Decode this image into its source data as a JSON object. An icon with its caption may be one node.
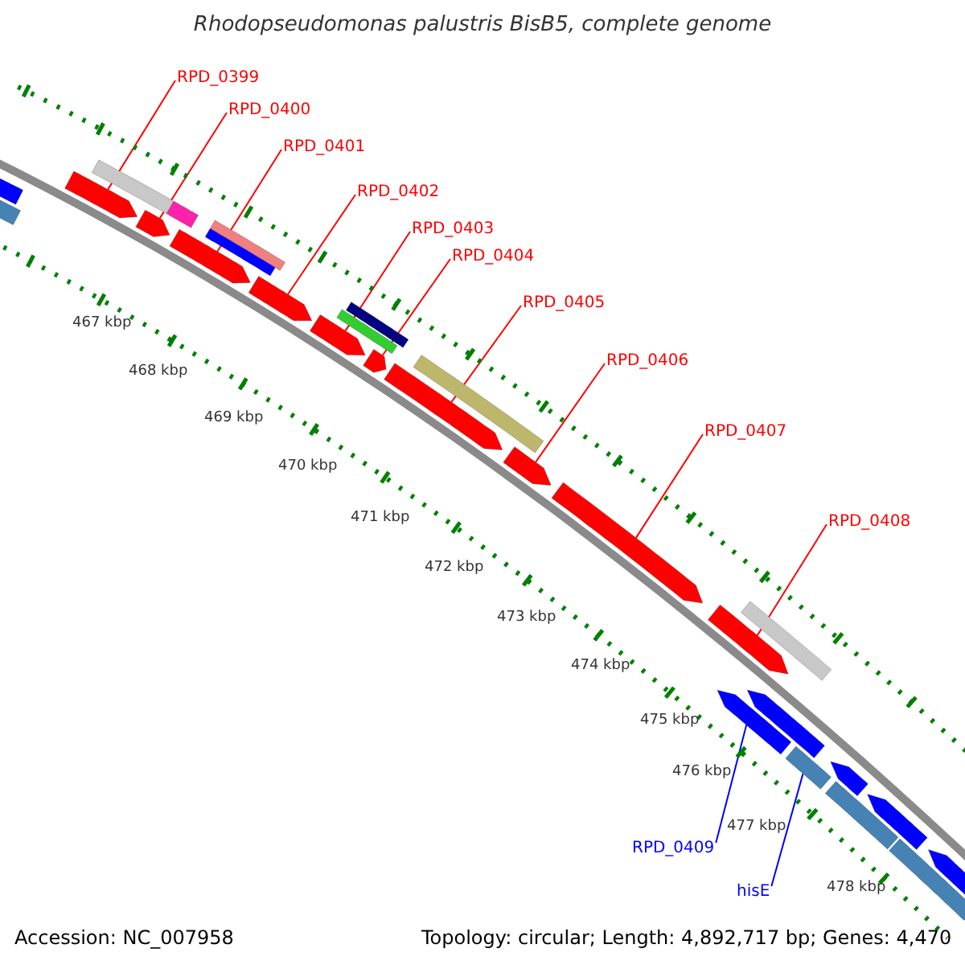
{
  "diagram": {
    "title": "Rhodopseudomonas palustris BisB5, complete genome",
    "nodes": [
      {
        "text": [
          "RPD_0399"
        ]
      },
      {
        "text": [
          "RPD_0400"
        ]
      },
      {
        "text": [
          "RPD_0401"
        ]
      },
      {
        "text": [
          "RPD_0402"
        ]
      },
      {
        "text": [
          "RPD_0403"
        ]
      },
      {
        "text": [
          "RPD_0404"
        ]
      },
      {
        "text": [
          "RPD_0405"
        ]
      },
      {
        "text": [
          "RPD_0406"
        ]
      },
      {
        "text": [
          "RPD_0407"
        ]
      },
      {
        "text": [
          "RPD_0408"
        ]
      },
      {
        "text": [
          "RPD_0409"
        ]
      },
      {
        "text": [
          "hisE"
        ]
      },
      {
        "text": [],
        "shape": "arrow"
      },
      {
        "text": [],
        "shape": "arrow"
      },
      {
        "text": [],
        "shape": "arrow"
      },
      {
        "text": [],
        "shape": "arrow"
      },
      {
        "text": [],
        "shape": "arrow"
      },
      {
        "text": [],
        "shape": "arrow"
      },
      {
        "text": [],
        "shape": "arrow"
      },
      {
        "text": [],
        "shape": "arrow"
      },
      {
        "text": [],
        "shape": "arrow"
      },
      {
        "text": [],
        "shape": "arrow"
      },
      {
        "text": [],
        "shape": "arrow"
      },
      {
        "text": [],
        "shape": "bar"
      },
      {
        "text": [],
        "shape": "bar"
      },
      {
        "text": [],
        "shape": "bar"
      },
      {
        "text": [],
        "shape": "bar"
      },
      {
        "text": [],
        "shape": "bar"
      },
      {
        "text": [],
        "shape": "bar"
      },
      {
        "text": [],
        "shape": "bar"
      },
      {
        "text": [],
        "shape": "bar"
      },
      {
        "text": [],
        "shape": "bar"
      },
      {
        "text": [],
        "shape": "bar"
      },
      {
        "text": [],
        "shape": "bar"
      },
      {
        "text": [],
        "shape": "arrow"
      },
      {
        "text": [],
        "shape": "arrow"
      },
      {
        "text": [],
        "shape": "bar"
      },
      {
        "text": [],
        "shape": "arrow"
      },
      {
        "text": [],
        "shape": "bar"
      },
      {
        "text": [],
        "shape": "arrow"
      }
    ],
    "edges": [
      {
        "from": 0,
        "to": 12,
        "arrow": "none"
      },
      {
        "from": 1,
        "to": 13,
        "arrow": "none"
      },
      {
        "from": 2,
        "to": 14,
        "arrow": "none"
      },
      {
        "from": 3,
        "to": 15,
        "arrow": "none"
      },
      {
        "from": 4,
        "to": 16,
        "arrow": "none"
      },
      {
        "from": 5,
        "to": 17,
        "arrow": "none"
      },
      {
        "from": 6,
        "to": 18,
        "arrow": "none"
      },
      {
        "from": 7,
        "to": 19,
        "arrow": "none"
      },
      {
        "from": 8,
        "to": 20,
        "arrow": "none"
      },
      {
        "from": 9,
        "to": 21,
        "arrow": "none"
      },
      {
        "from": 10,
        "to": 22,
        "arrow": "none",
        "color": "#0000ff"
      },
      {
        "from": 11,
        "to": 23,
        "arrow": "none",
        "color": "#0000ff"
      }
    ],
    "labels": [
      "467 kbp",
      "468 kbp",
      "469 kbp",
      "470 kbp",
      "471 kbp",
      "472 kbp",
      "473 kbp",
      "474 kbp",
      "475 kbp",
      "476 kbp",
      "477 kbp",
      "478 kbp",
      "Accession: NC_007958",
      "Topology: circular; Length: 4,892,717 bp; Genes: 4,470"
    ]
  }
}
